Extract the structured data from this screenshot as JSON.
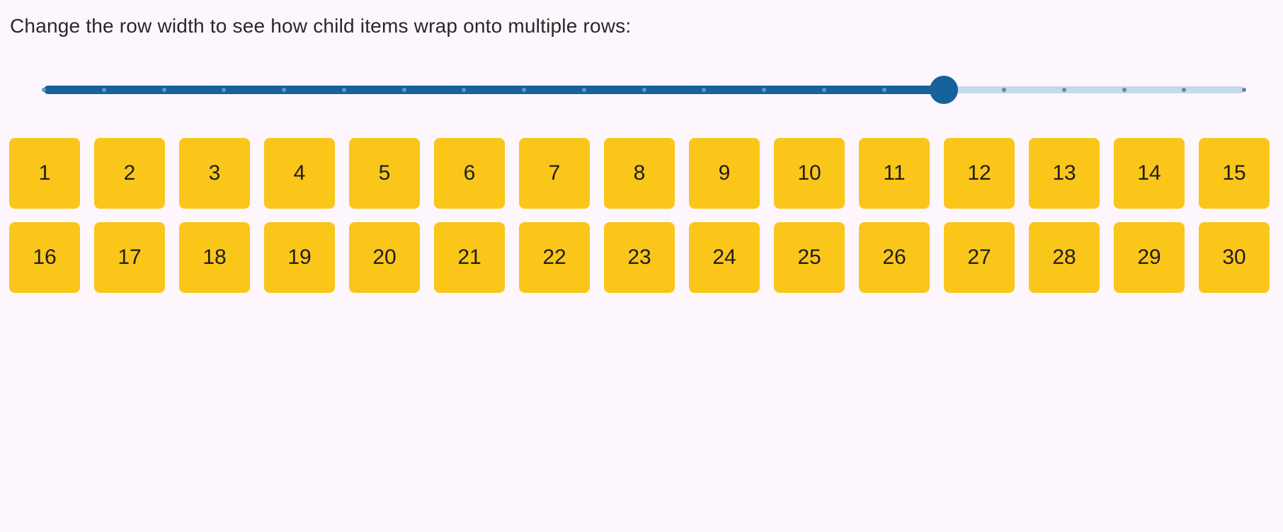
{
  "app": {
    "background_color": "#fdf6fd"
  },
  "header": {
    "instruction": "Change the row width to see how child items wrap onto multiple rows:"
  },
  "slider": {
    "value_percent": 75,
    "tick_count": 21,
    "accent_color": "#17619c",
    "rail_color": "#c5daeb",
    "tick_on_color": "#5e97c5",
    "tick_off_color": "#6d87a0"
  },
  "grid": {
    "item_color": "#fac619",
    "items": [
      "1",
      "2",
      "3",
      "4",
      "5",
      "6",
      "7",
      "8",
      "9",
      "10",
      "11",
      "12",
      "13",
      "14",
      "15",
      "16",
      "17",
      "18",
      "19",
      "20",
      "21",
      "22",
      "23",
      "24",
      "25",
      "26",
      "27",
      "28",
      "29",
      "30"
    ]
  }
}
